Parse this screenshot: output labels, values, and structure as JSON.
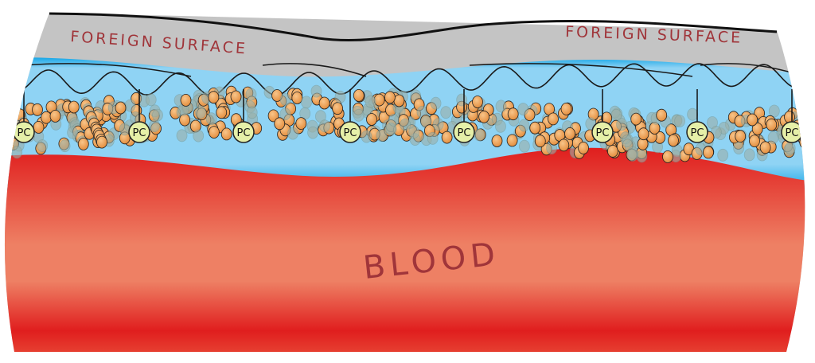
{
  "labels": {
    "foreign_left": "FOREIGN SURFACE",
    "foreign_right": "FOREIGN SURFACE",
    "blood": "BLOOD",
    "pc": "PC"
  },
  "colors": {
    "surface": "#c4c4c4",
    "coating": "#8fd3f4",
    "coating_edge": "#12a5e6",
    "blood_dark": "#e01e1e",
    "blood_light": "#ee8064",
    "sphere": "#f0a35a",
    "pc_fill": "#e6f0a8",
    "label": "#a0353a"
  },
  "pc_count": 8
}
